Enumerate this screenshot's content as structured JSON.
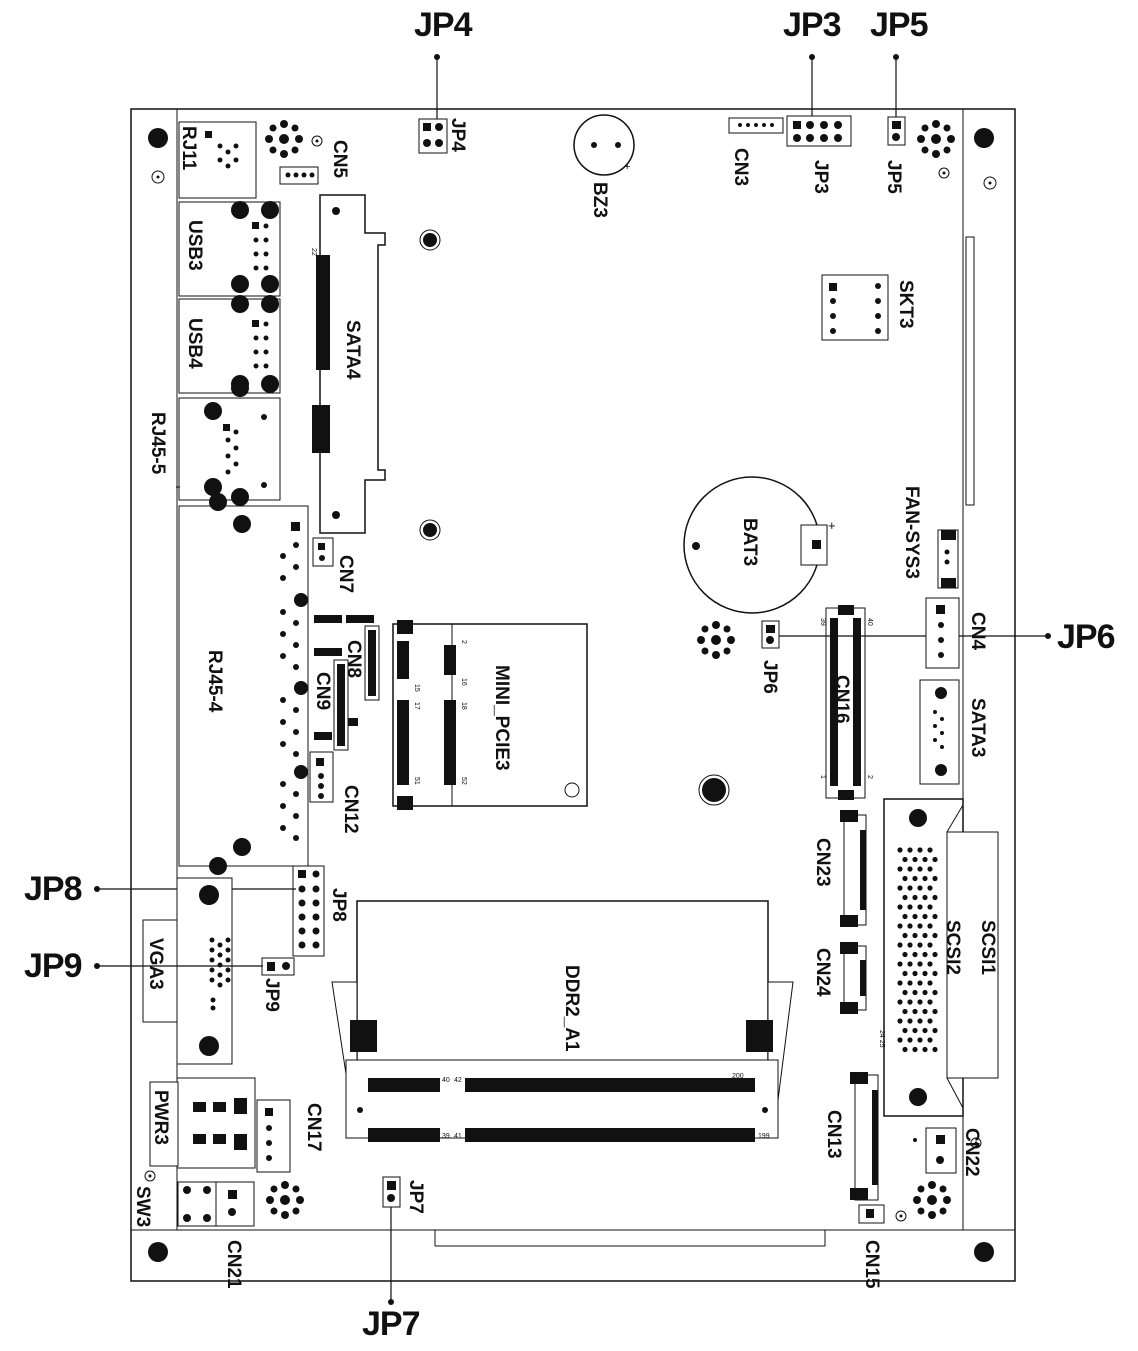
{
  "diagram": {
    "callouts": {
      "jp4": "JP4",
      "jp3": "JP3",
      "jp5": "JP5",
      "jp6": "JP6",
      "jp7": "JP7",
      "jp8": "JP8",
      "jp9": "JP9"
    },
    "labels": {
      "jp4": "JP4",
      "bz3": "BZ3",
      "cn3": "CN3",
      "jp3": "JP3",
      "jp5": "JP5",
      "rj11": "RJ11",
      "cn5": "CN5",
      "usb3": "USB3",
      "usb4": "USB4",
      "sata4": "SATA4",
      "skt3": "SKT3",
      "rj45_5": "RJ45-5",
      "bat3": "BAT3",
      "fan_sys3": "FAN-SYS3",
      "cn7": "CN7",
      "rj45_4": "RJ45-4",
      "cn8": "CN8",
      "cn9": "CN9",
      "mini_pcie3": "MINI_PCIE3",
      "jp6": "JP6",
      "cn16": "CN16",
      "cn4": "CN4",
      "sata3": "SATA3",
      "cn12": "CN12",
      "cn23": "CN23",
      "scsi1": "SCSI1",
      "scsi2": "SCSI2",
      "jp8": "JP8",
      "vga3": "VGA3",
      "jp9": "JP9",
      "ddr2_a1": "DDR2_A1",
      "cn24": "CN24",
      "pwr3": "PWR3",
      "cn17": "CN17",
      "cn13": "CN13",
      "cn22": "CN22",
      "sw3": "SW3",
      "jp7": "JP7",
      "cn21": "CN21",
      "cn15": "CN15"
    },
    "pin_numbers": {
      "ddr_40": "40",
      "ddr_42": "42",
      "ddr_200": "200",
      "ddr_39": "39",
      "ddr_41": "41",
      "ddr_199": "199",
      "mpcie_2": "2",
      "mpcie_16": "16",
      "mpcie_18": "18",
      "mpcie_15": "15",
      "mpcie_17": "17",
      "mpcie_51": "51",
      "mpcie_52": "52",
      "cn16_40": "40",
      "cn16_39": "39",
      "cn16_2": "2",
      "cn16_1": "1",
      "sata4_22": "22",
      "scsi_25": "24 25",
      "bat_plus": "+",
      "bz_plus": "+"
    }
  }
}
